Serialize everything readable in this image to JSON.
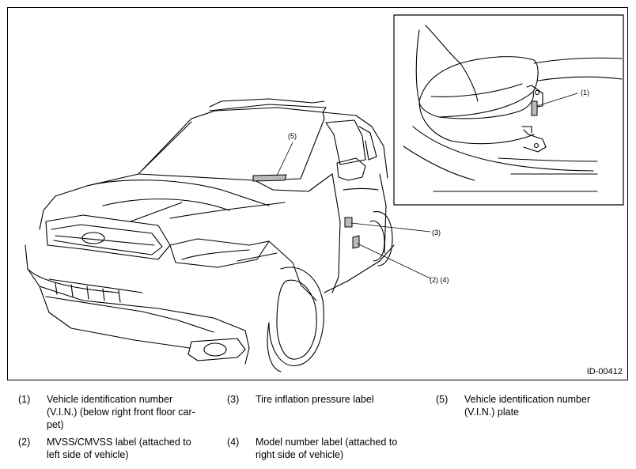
{
  "figure": {
    "id_label": "ID-00412",
    "callouts": {
      "c1": "(1)",
      "c3": "(3)",
      "c24": "(2) (4)",
      "c5": "(5)"
    }
  },
  "legend": [
    {
      "num": "(1)",
      "lines": [
        "Vehicle identification number",
        "(V.I.N.) (below right front floor car-",
        "pet)"
      ]
    },
    {
      "num": "(2)",
      "lines": [
        "MVSS/CMVSS label (attached to",
        "left side of vehicle)"
      ]
    },
    {
      "num": "(3)",
      "lines": [
        "Tire inflation pressure label"
      ]
    },
    {
      "num": "(4)",
      "lines": [
        "Model number label (attached to",
        "right side of vehicle)"
      ]
    },
    {
      "num": "(5)",
      "lines": [
        "Vehicle identification number",
        "(V.I.N.) plate"
      ]
    }
  ]
}
